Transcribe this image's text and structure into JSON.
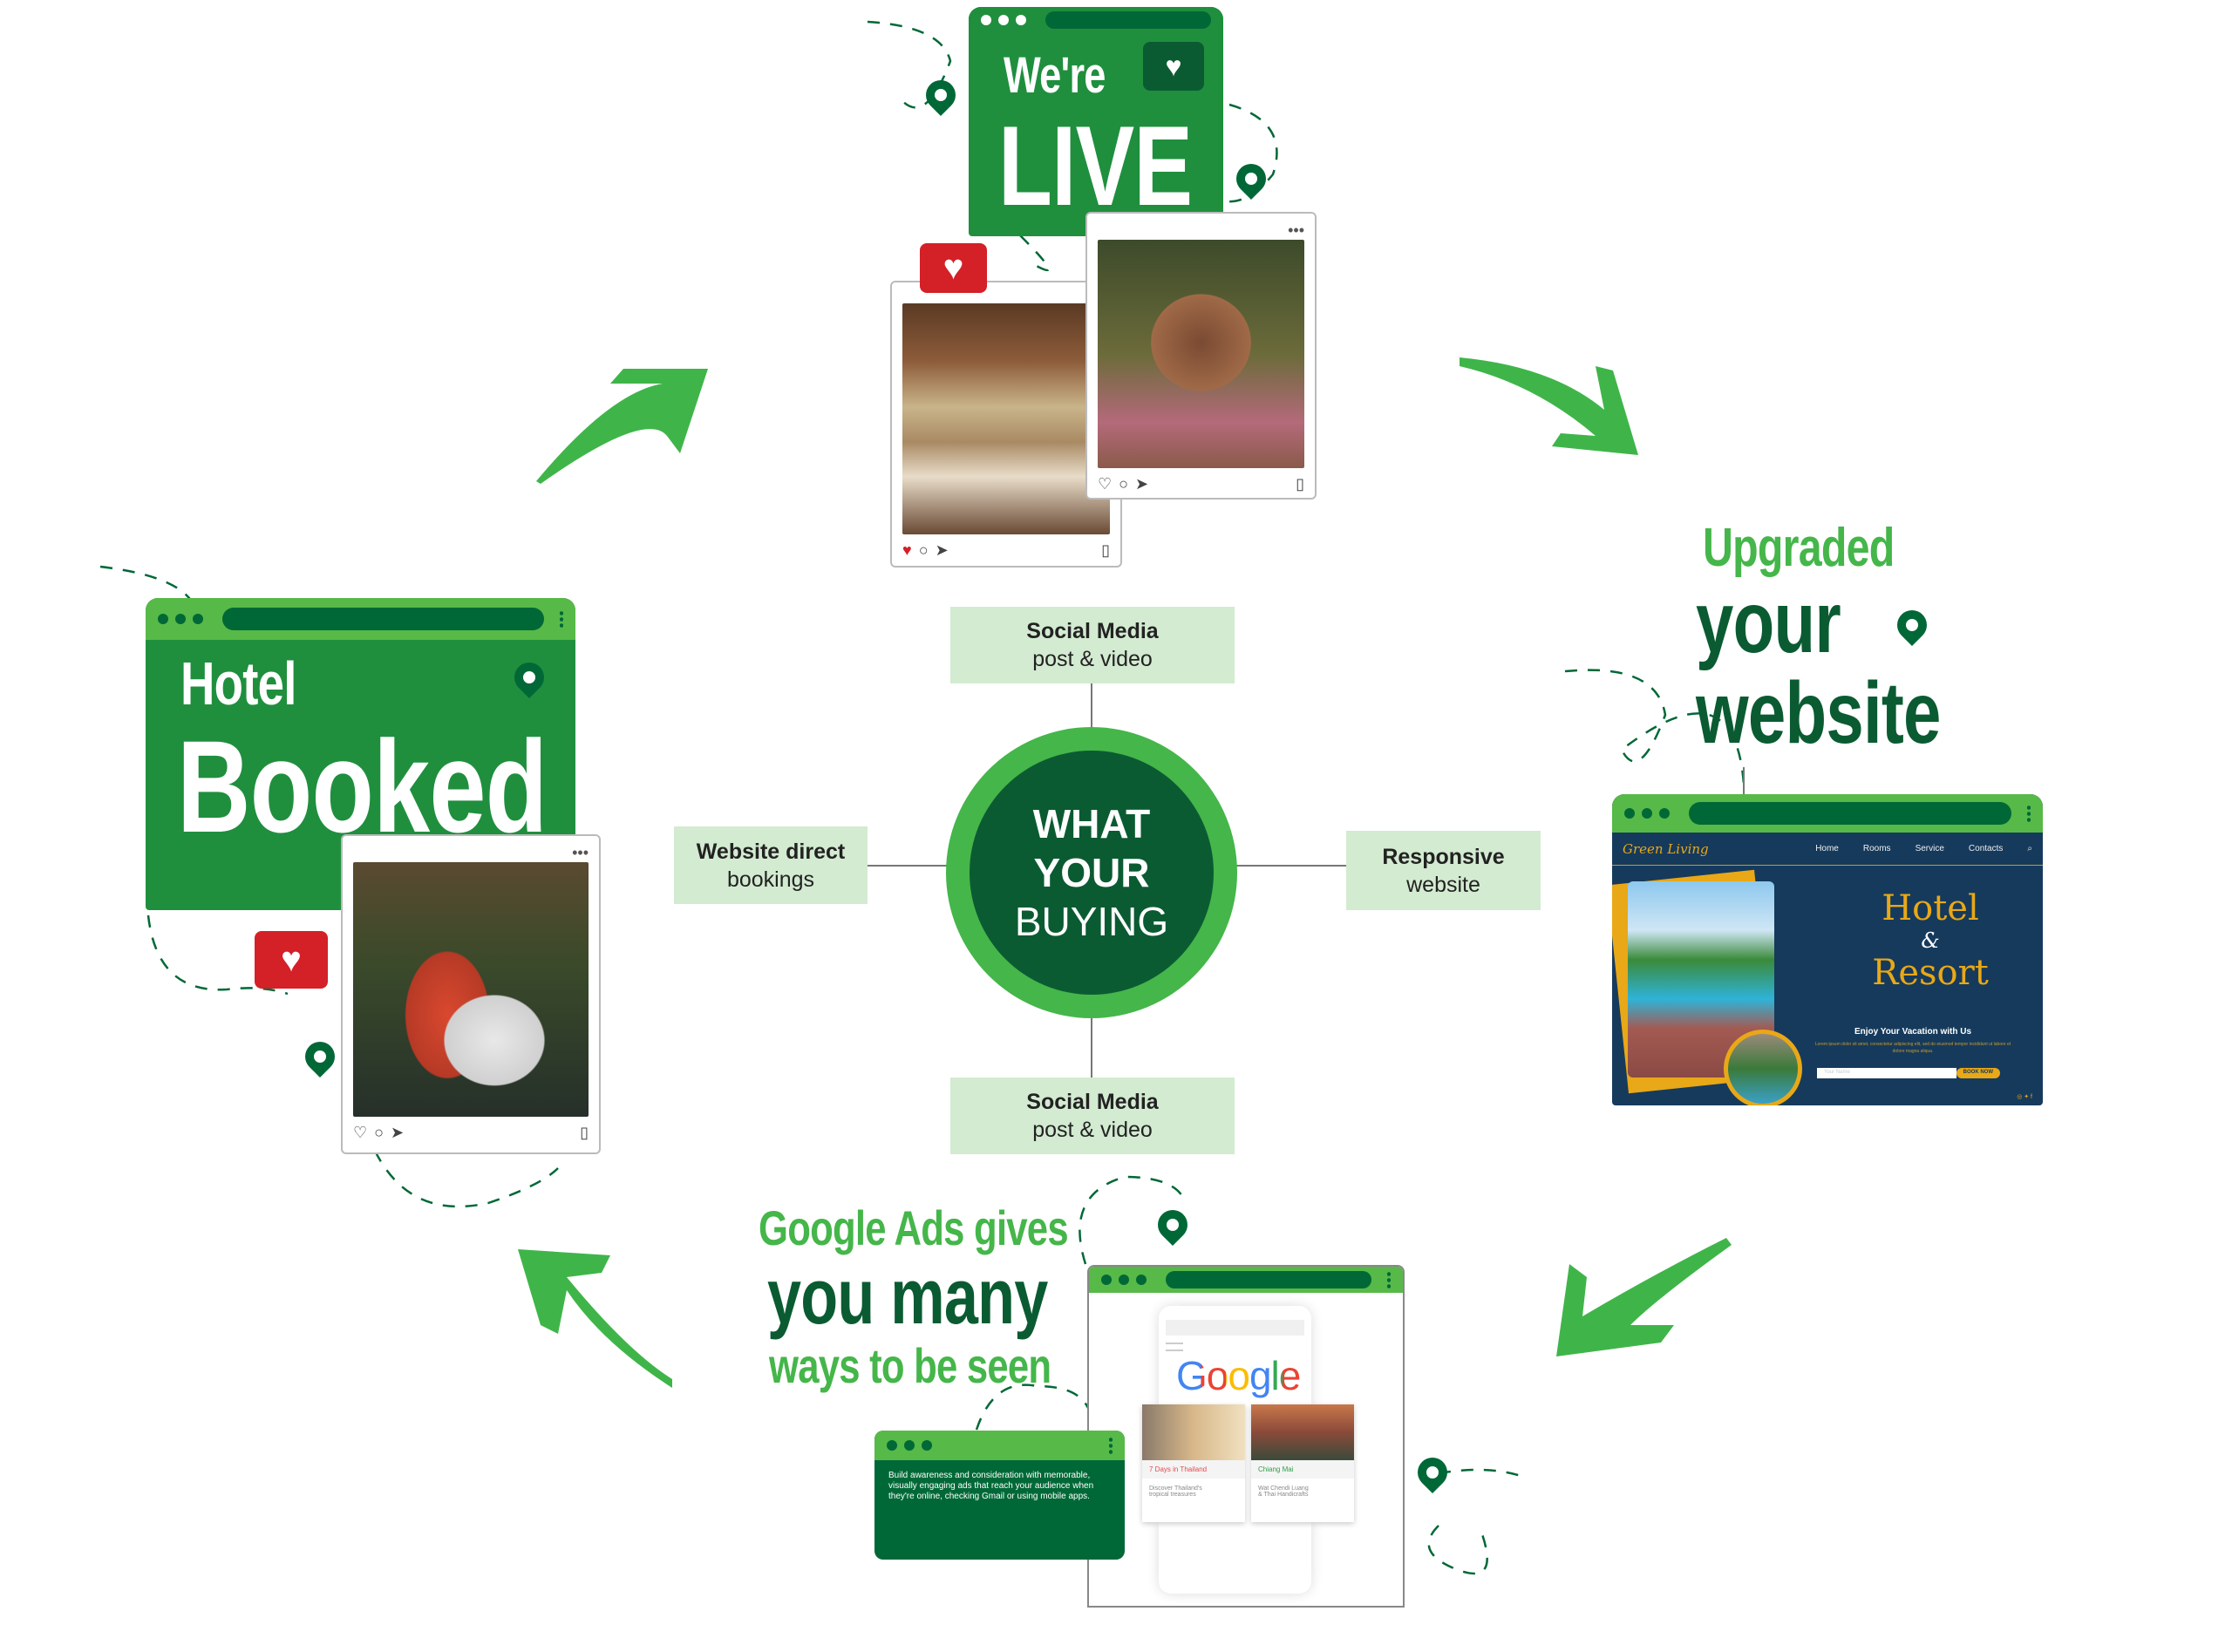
{
  "center": {
    "line1": "WHAT",
    "line2": "YOUR",
    "line3": "BUYING"
  },
  "labels": {
    "top": {
      "title": "Social Media",
      "sub": "post & video"
    },
    "bottom": {
      "title": "Social Media",
      "sub": "post & video"
    },
    "left": {
      "title": "Website direct",
      "sub": "bookings"
    },
    "right": {
      "title": "Responsive",
      "sub": "website"
    }
  },
  "live_window": {
    "line1": "We're",
    "line2": "LIVE"
  },
  "booked_window": {
    "line1": "Hotel",
    "line2": "Booked"
  },
  "upgraded": {
    "line1": "Upgraded",
    "line2": "your",
    "line3": "website"
  },
  "hotel_site": {
    "logo": "Green Living",
    "nav": [
      "Home",
      "Rooms",
      "Service",
      "Contacts"
    ],
    "title1": "Hotel",
    "amp": "&",
    "title2": "Resort",
    "tagline": "Enjoy Your Vacation with Us",
    "body": "Lorem ipsum dolor sit amet, consectetur adipiscing elit, sed do eiusmod tempor incididunt ut labore et dolore magna aliqua.",
    "input_placeholder": "Your Name",
    "book_button": "BOOK NOW"
  },
  "google_ads": {
    "line1": "Google Ads gives",
    "line2": "you many",
    "line3": "ways to be seen",
    "description": "Build awareness and consideration with memorable, visually engaging ads that reach your audience when they're online, checking Gmail or using mobile apps.",
    "logo": "Google",
    "cards": [
      {
        "title": "7 Days in Thailand",
        "desc": "Discover Thailand's tropical treasures",
        "color": "#e34b4b"
      },
      {
        "title": "Chiang Mai",
        "desc": "Wat Chendi Luang & Thai Handicrafts",
        "color": "#2e9e44"
      }
    ]
  },
  "colors": {
    "dark_green": "#006837",
    "light_green": "#57b947",
    "label_bg": "#d3ebd1",
    "red": "#d42027",
    "navy": "#163a5c",
    "gold": "#e8a817"
  }
}
